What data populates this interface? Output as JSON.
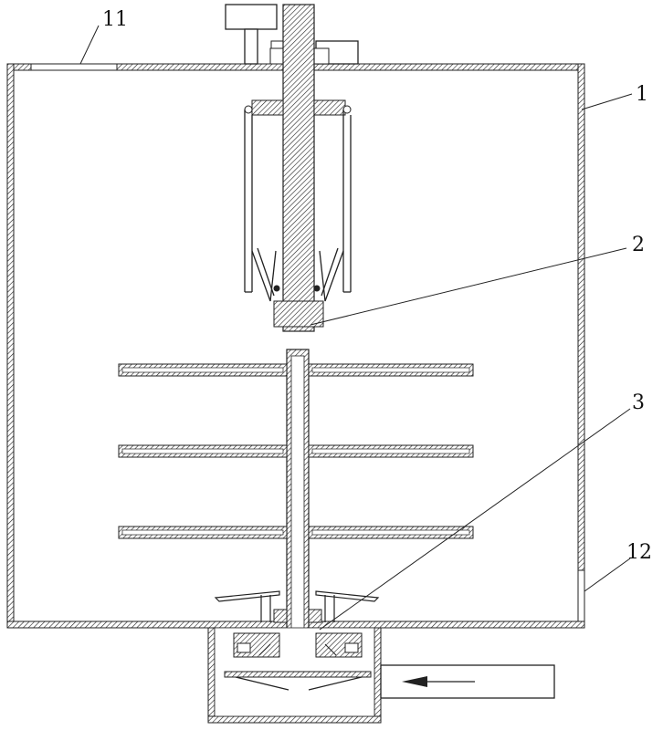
{
  "figure": {
    "labels": {
      "tank": "1",
      "shaft": "2",
      "bottom_assembly": "3",
      "top_inlet": "11",
      "side_outlet": "12"
    }
  }
}
